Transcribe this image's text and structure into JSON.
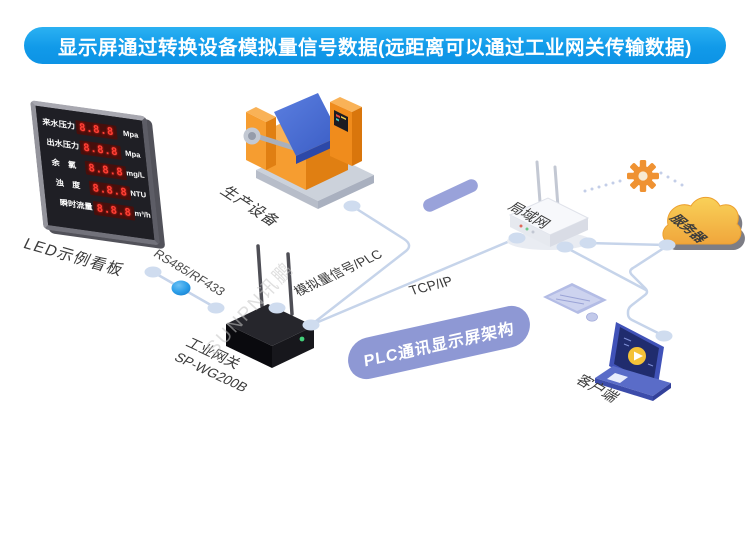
{
  "banner": {
    "text": "显示屏通过转换设备模拟量信号数据(远距离可以通过工业网关传输数据)"
  },
  "led_board": {
    "label": "LED示例看板",
    "rows": [
      {
        "name": "来水压力",
        "value": "8.8.8",
        "unit": "Mpa"
      },
      {
        "name": "出水压力",
        "value": "8.8.8",
        "unit": "Mpa"
      },
      {
        "name": "余　氯",
        "value": "8.8.8",
        "unit": "mg/L"
      },
      {
        "name": "浊　度",
        "value": "8.8.8",
        "unit": "NTU"
      },
      {
        "name": "瞬时流量",
        "value": "8.8.8",
        "unit": "m³/h"
      }
    ]
  },
  "devices": {
    "production_label": "生产设备",
    "gateway_label": "工业网关",
    "gateway_model": "SP-WG200B",
    "router_label": "局域网",
    "server_label": "服务器",
    "client_label": "客户端"
  },
  "links": {
    "rs485_label": "RS485/RF433",
    "analog_label": "模拟量信号/PLC",
    "tcpip_label": "TCP/IP"
  },
  "architecture_pill": {
    "text": "PLC通讯显示屏架构"
  },
  "watermark": "SUNPN讯鹏",
  "colors": {
    "banner_blue": "#14a3ee",
    "led_red": "#ff4136",
    "machine_orange": "#f59b2f",
    "pill_lavender": "#8e98d4",
    "cloud_yellow": "#f6c94b",
    "gear_orange": "#ef9232",
    "laptop_blue": "#4052b8",
    "line_blue": "#c6d4ea",
    "signal_dot_blue": "#2d9fe9"
  }
}
